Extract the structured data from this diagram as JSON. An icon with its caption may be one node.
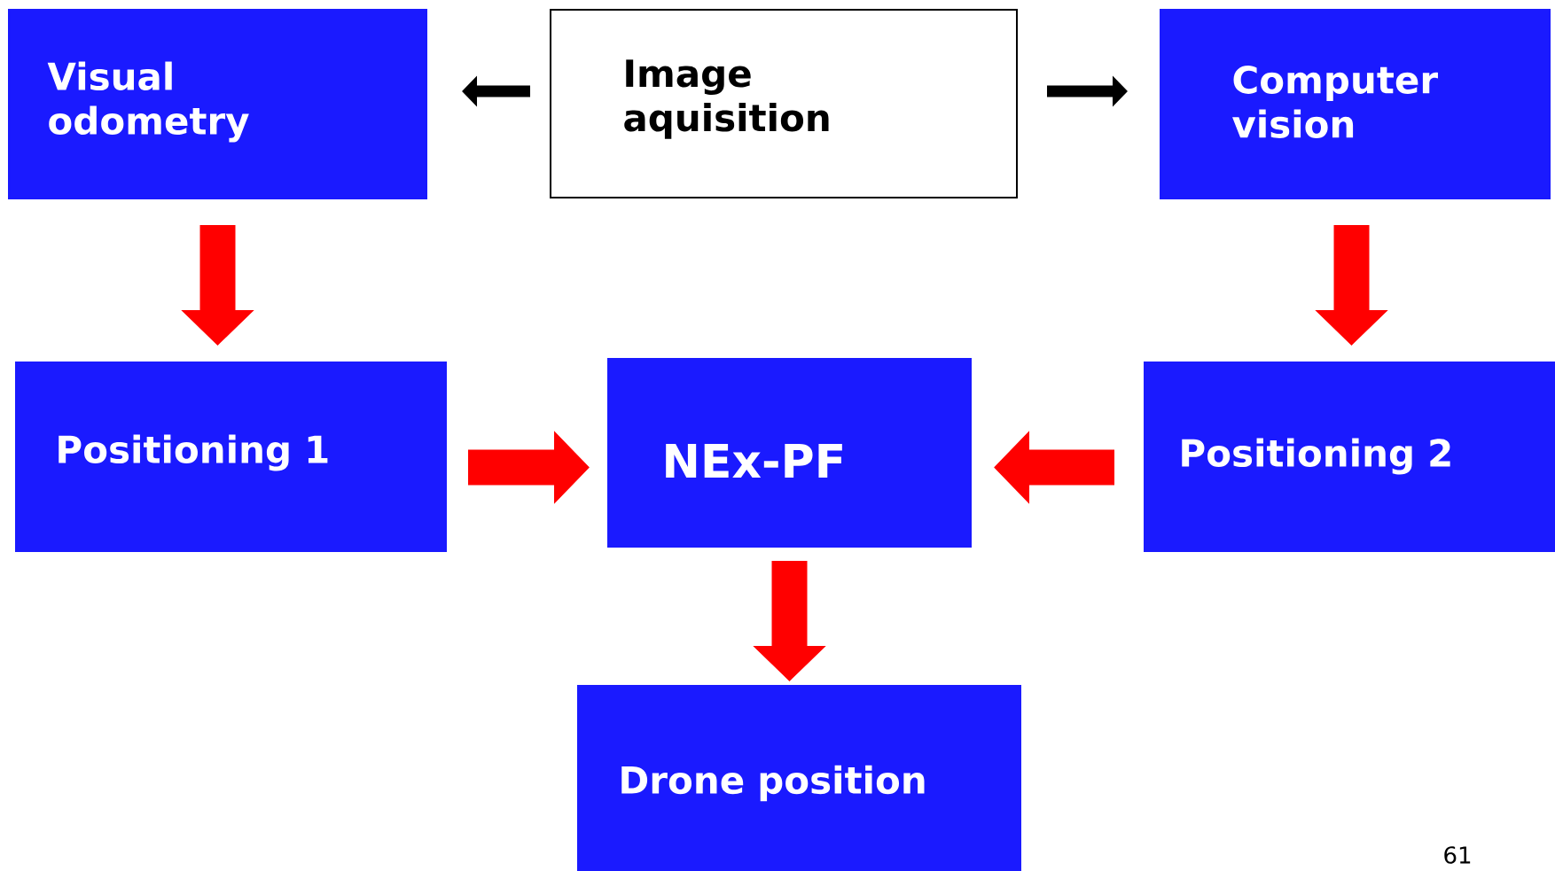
{
  "diagram": {
    "nodes": [
      {
        "text": [
          "Visual odometry"
        ]
      },
      {
        "text": [
          "Image aquisition"
        ]
      },
      {
        "text": [
          "Computer vision"
        ]
      },
      {
        "text": [
          "Positioning 1"
        ]
      },
      {
        "text": [
          "NEx-PF"
        ]
      },
      {
        "text": [
          "Positioning 2"
        ]
      },
      {
        "text": [
          "Drone position"
        ]
      }
    ],
    "edges": [
      {
        "from": 1,
        "to": 0,
        "arrow": "to",
        "color": "#000000"
      },
      {
        "from": 1,
        "to": 2,
        "arrow": "to",
        "color": "#000000"
      },
      {
        "from": 0,
        "to": 3,
        "arrow": "to"
      },
      {
        "from": 2,
        "to": 5,
        "arrow": "to"
      },
      {
        "from": 3,
        "to": 4,
        "arrow": "to"
      },
      {
        "from": 5,
        "to": 4,
        "arrow": "to"
      },
      {
        "from": 4,
        "to": 6,
        "arrow": "to"
      }
    ],
    "labels": [
      "61"
    ]
  }
}
